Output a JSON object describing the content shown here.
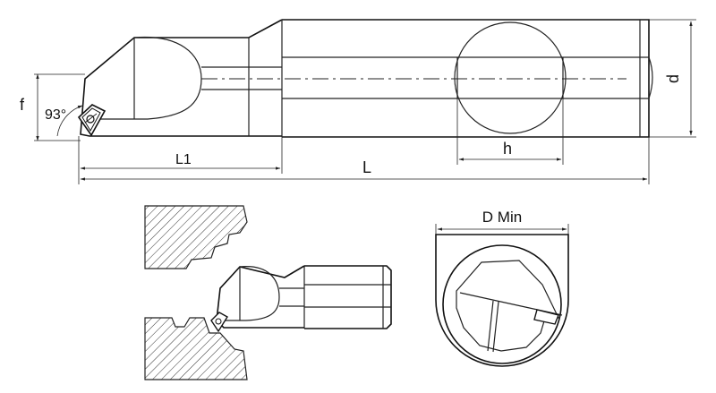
{
  "labels": {
    "f": "f",
    "angle": "93°",
    "L1": "L1",
    "L": "L",
    "h": "h",
    "d": "d",
    "dmin": "D Min"
  },
  "colors": {
    "line": "#222222",
    "background": "#ffffff",
    "hatch": "#333333"
  }
}
